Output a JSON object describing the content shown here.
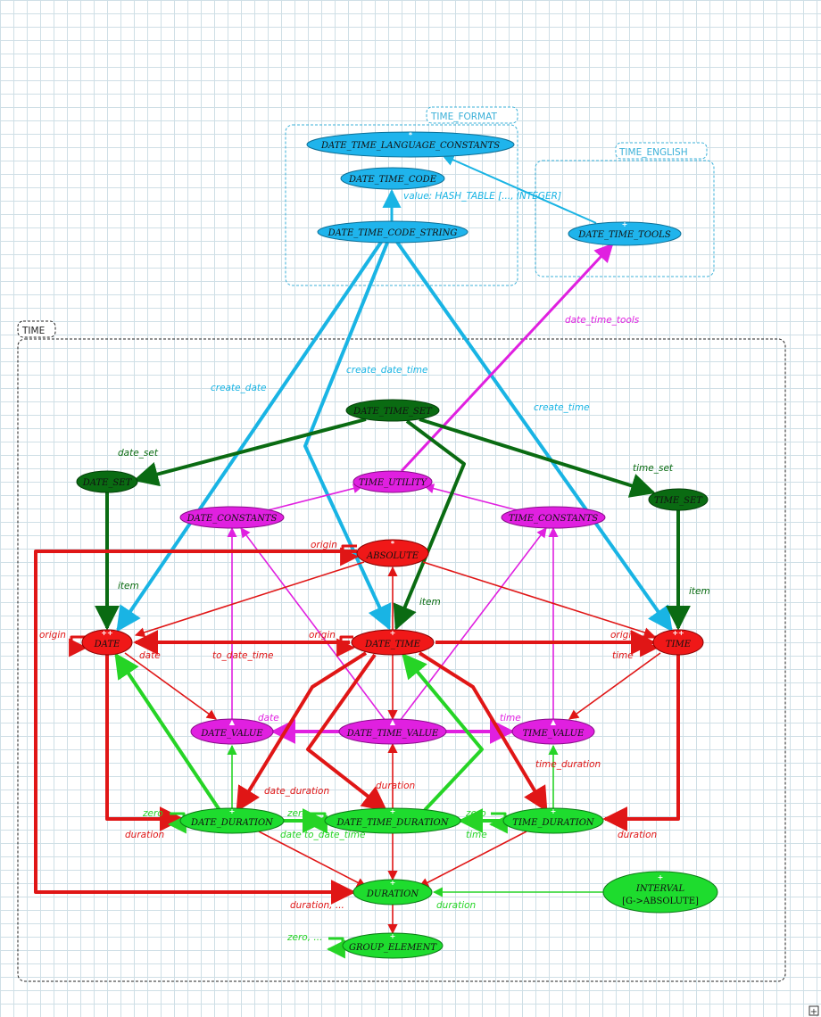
{
  "colors": {
    "blue": "#19b4e4",
    "blue_fill": "#1fb4ec",
    "dark_green": "#0a6b12",
    "green_edge": "#26d426",
    "green_fill": "#1edc2e",
    "magenta": "#e020e0",
    "red": "#e01616",
    "red_fill": "#f01818",
    "cluster_blue": "#3bb0d8",
    "cluster_black": "#222222"
  },
  "clusters": {
    "time_format": "TIME_FORMAT",
    "time_english": "TIME_ENGLISH",
    "time": "TIME"
  },
  "nodes": {
    "date_time_language_constants": "DATE_TIME_LANGUAGE_CONSTANTS",
    "date_time_code": "DATE_TIME_CODE",
    "date_time_code_string": "DATE_TIME_CODE_STRING",
    "date_time_tools": "DATE_TIME_TOOLS",
    "date_time_set": "DATE_TIME_SET",
    "date_set": "DATE_SET",
    "time_set": "TIME_SET",
    "time_utility": "TIME_UTILITY",
    "date_constants": "DATE_CONSTANTS",
    "time_constants": "TIME_CONSTANTS",
    "absolute": "ABSOLUTE",
    "date": "DATE",
    "date_time": "DATE_TIME",
    "time": "TIME",
    "date_value": "DATE_VALUE",
    "date_time_value": "DATE_TIME_VALUE",
    "time_value": "TIME_VALUE",
    "date_duration": "DATE_DURATION",
    "date_time_duration": "DATE_TIME_DURATION",
    "time_duration": "TIME_DURATION",
    "duration": "DURATION",
    "interval_line1": "INTERVAL",
    "interval_line2": "[G->ABSOLUTE]",
    "group_element": "GROUP_ELEMENT"
  },
  "markers": {
    "plus": "+",
    "double_plus": "++",
    "star": "*",
    "triangle": "▲"
  },
  "edge_labels": {
    "value_hash_table": "value: HASH_TABLE [...,  INTEGER]",
    "date_time_tools": "date_time_tools",
    "create_date_time": "create_date_time",
    "create_date": "create_date",
    "create_time": "create_time",
    "date_set": "date_set",
    "time_set": "time_set",
    "item_left": "item",
    "item_middle": "item",
    "item_right": "item",
    "origin_absolute": "origin",
    "origin_date": "origin",
    "origin_date_time": "origin",
    "origin_time": "origin",
    "date": "date",
    "to_date_time": "to_date_time",
    "time": "time",
    "date_value_date": "date",
    "time_value_time": "time",
    "time_duration": "time_duration",
    "date_duration": "date_duration",
    "duration_mid": "duration",
    "zero_1": "zero",
    "zero_2": "zero",
    "zero_3": "zero",
    "duration_left": "duration",
    "date_to_date_time": "date  to_date_time",
    "time_bottom": "time",
    "duration_right": "duration",
    "duration_dots": "duration, ...",
    "duration_interval": "duration",
    "zero_dots": "zero, ..."
  },
  "corner_icon": "+"
}
